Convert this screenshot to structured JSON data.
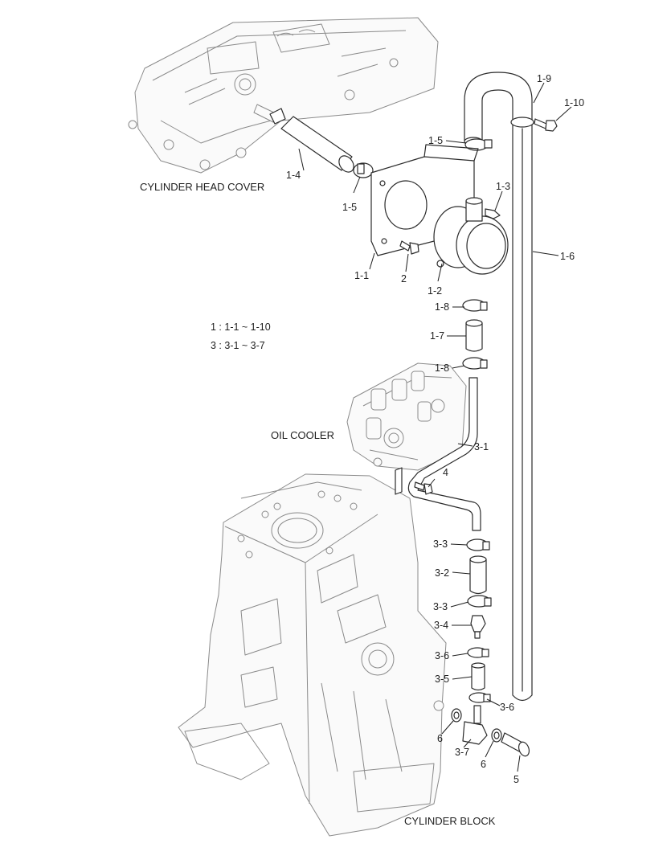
{
  "captions": {
    "head_cover": "CYLINDER HEAD COVER",
    "oil_cooler": "OIL COOLER",
    "block": "CYLINDER BLOCK"
  },
  "legend": {
    "line1": "1 : 1-1 ~ 1-10",
    "line2": "3 : 3-1 ~ 3-7"
  },
  "callouts": {
    "c1_9": "1-9",
    "c1_10": "1-10",
    "c1_5a": "1-5",
    "c1_4": "1-4",
    "c1_5b": "1-5",
    "c1_3": "1-3",
    "c1_1": "1-1",
    "c2": "2",
    "c1_2": "1-2",
    "c1_6": "1-6",
    "c1_8a": "1-8",
    "c1_7": "1-7",
    "c1_8b": "1-8",
    "c3_1": "3-1",
    "c4": "4",
    "c3_3a": "3-3",
    "c3_2": "3-2",
    "c3_3b": "3-3",
    "c3_4": "3-4",
    "c3_6a": "3-6",
    "c3_5": "3-5",
    "c3_6b": "3-6",
    "c6a": "6",
    "c3_7": "3-7",
    "c6b": "6",
    "c5": "5"
  }
}
